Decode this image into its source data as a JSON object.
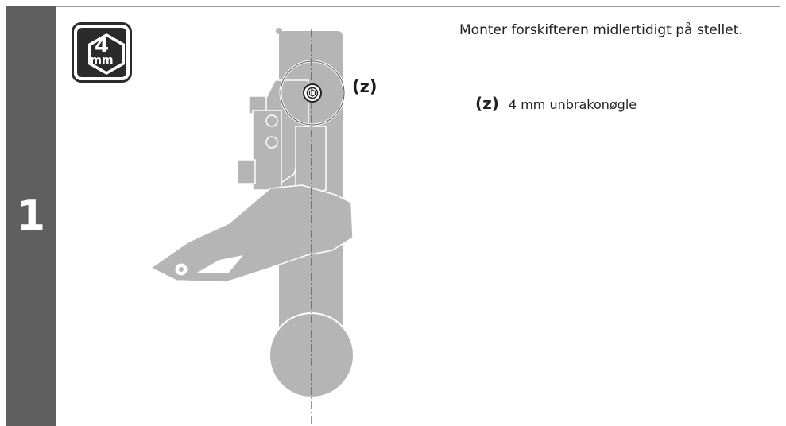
{
  "step": {
    "number": "1"
  },
  "tool": {
    "icon": "hex-wrench-icon",
    "size": "4",
    "unit": "mm"
  },
  "figure": {
    "callout": "(z)"
  },
  "instruction": {
    "text": "Monter forskifteren midlertidigt på stellet."
  },
  "legend": [
    {
      "key": "(z)",
      "text": "4 mm unbrakonøgle"
    }
  ],
  "colors": {
    "step_bar": "#5f5f5f",
    "illustration": "#b5b5b5",
    "outline": "#2b2b2b"
  }
}
